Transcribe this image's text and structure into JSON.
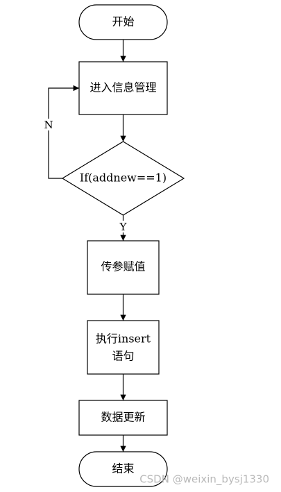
{
  "flowchart": {
    "start": "开始",
    "enter_info": "进入信息管理",
    "condition": "If(addnew==1)",
    "label_no": "N",
    "label_yes": "Y",
    "pass_params": "传参赋值",
    "exec_insert_line1": "执行insert",
    "exec_insert_line2": "语句",
    "update_data": "数据更新",
    "end": "结束"
  },
  "watermark": "CSDN @weixin_bysj1330"
}
